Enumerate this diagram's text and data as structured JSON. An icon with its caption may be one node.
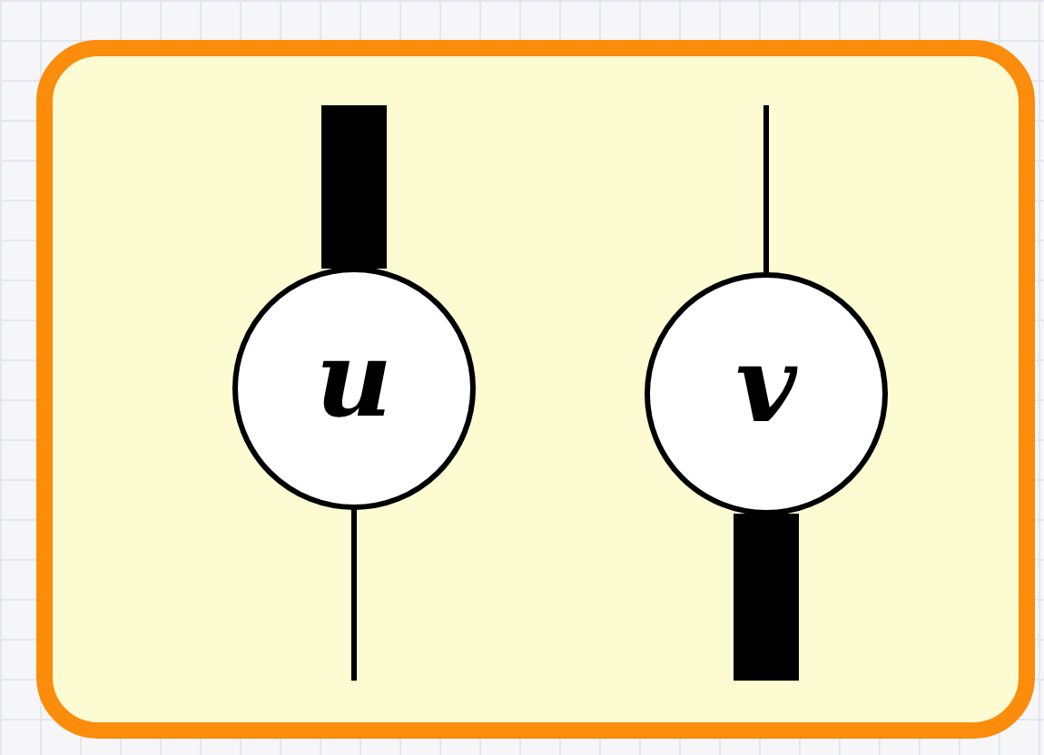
{
  "diagram": {
    "nodes": [
      {
        "text": [],
        "shape": "box"
      },
      {
        "text": [
          "u"
        ],
        "in": 0
      },
      {
        "text": [
          "v"
        ],
        "in": 0
      }
    ],
    "edges": [
      {
        "from": 1,
        "to": null,
        "arrow": "none",
        "style": "thick"
      },
      {
        "from": 1,
        "to": null,
        "arrow": "none"
      },
      {
        "from": 2,
        "to": null,
        "arrow": "none"
      },
      {
        "from": 2,
        "to": null,
        "arrow": "none",
        "style": "thick"
      }
    ]
  }
}
